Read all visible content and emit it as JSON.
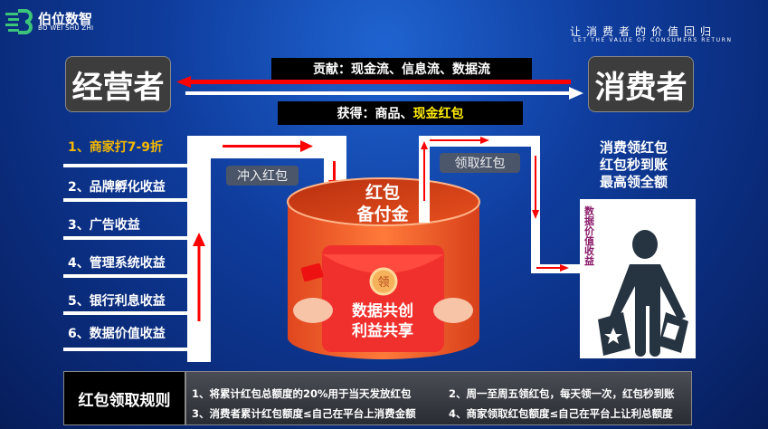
{
  "logo": {
    "name_cn": "伯位数智",
    "name_en": "BO WEI SHU ZHI"
  },
  "slogan": {
    "cn": "让消费者的价值回归",
    "en": "LET THE VALUE OF CONSUMERS RETURN"
  },
  "roles": {
    "merchant": "经营者",
    "consumer": "消费者"
  },
  "flows": {
    "contribute": "贡献：现金流、信息流、数据流",
    "gain_prefix": "获得：商品、",
    "gain_highlight": "现金红包"
  },
  "merchant_benefits": [
    "1、商家打7-9折",
    "2、品牌孵化收益",
    "3、广告收益",
    "4、管理系统收益",
    "5、银行利息收益",
    "6、数据价值收益"
  ],
  "tags": {
    "deposit": "冲入红包",
    "receive": "领取红包"
  },
  "pool": {
    "title_line1": "红包",
    "title_line2": "备付金",
    "slogan_line1": "数据共创",
    "slogan_line2": "利益共享",
    "coin": "领"
  },
  "consumer_benefits": [
    "消费领红包",
    "红包秒到账",
    "最高领全额"
  ],
  "consumer_side_label": "数据价值收益",
  "rules": {
    "title": "红包领取规则",
    "items": [
      "1、将累计红包总额度的20%用于当天发放红包",
      "2、周一至周五领红包，每天领一次，红包秒到账",
      "3、消费者累计红包额度≤自己在平台上消费金额",
      "4、商家领取红包额度≤自己在平台上让利总额度"
    ]
  },
  "colors": {
    "highlight": "#ffec00",
    "arrow": "#ff0000",
    "item1": "#f5b800"
  }
}
